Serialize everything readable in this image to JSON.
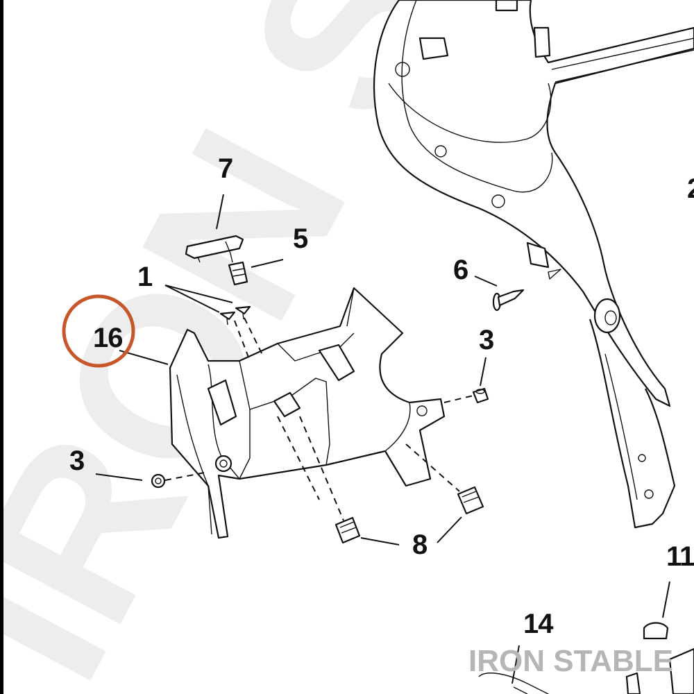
{
  "watermark_text": "IRON ST",
  "brand_text": "IRON STABLE",
  "highlight_color": "#c8562b",
  "callouts": [
    {
      "id": "7",
      "label": "7"
    },
    {
      "id": "5",
      "label": "5"
    },
    {
      "id": "1",
      "label": "1"
    },
    {
      "id": "6",
      "label": "6"
    },
    {
      "id": "16",
      "label": "16"
    },
    {
      "id": "3a",
      "label": "3"
    },
    {
      "id": "3b",
      "label": "3"
    },
    {
      "id": "8",
      "label": "8"
    },
    {
      "id": "11",
      "label": "11"
    },
    {
      "id": "14",
      "label": "14"
    },
    {
      "id": "2",
      "label": "2"
    }
  ]
}
